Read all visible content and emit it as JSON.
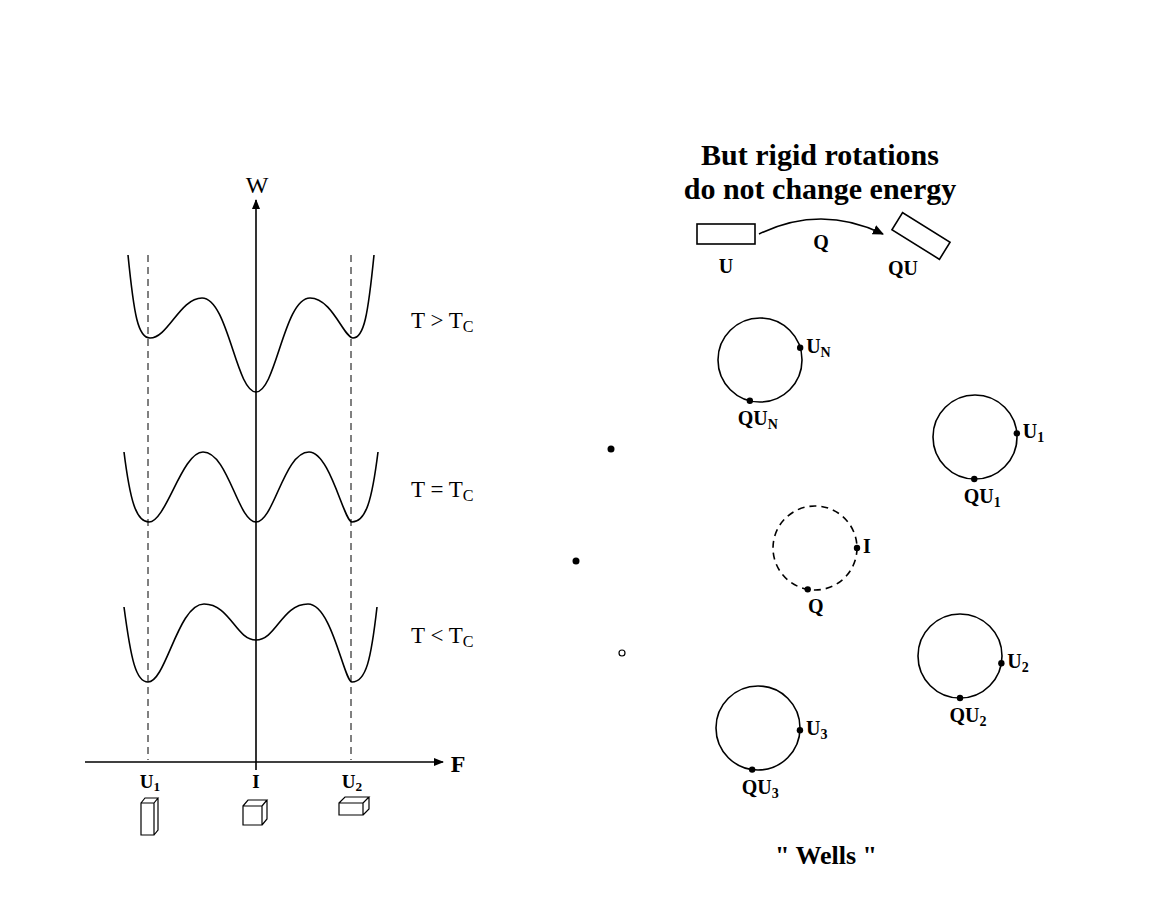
{
  "diagram": {
    "title": "But rigid rotations do not change energy",
    "nodes": [
      {
        "text": [
          "U"
        ]
      },
      {
        "text": [
          "QU"
        ]
      },
      {
        "text": [
          "UN",
          "QUN"
        ]
      },
      {
        "text": [
          "U1",
          "QU1"
        ]
      },
      {
        "text": [
          "I",
          "Q"
        ]
      },
      {
        "text": [
          "U2",
          "QU2"
        ]
      },
      {
        "text": [
          "U3",
          "QU3"
        ]
      }
    ],
    "edges": [
      {
        "from": 0,
        "to": 1,
        "label": "Q",
        "arrow": "to"
      }
    ],
    "labels": [
      "W",
      "F",
      "T > TC",
      "T = TC",
      "T < TC",
      "U1",
      "I",
      "U2",
      "\" Wells \""
    ]
  }
}
